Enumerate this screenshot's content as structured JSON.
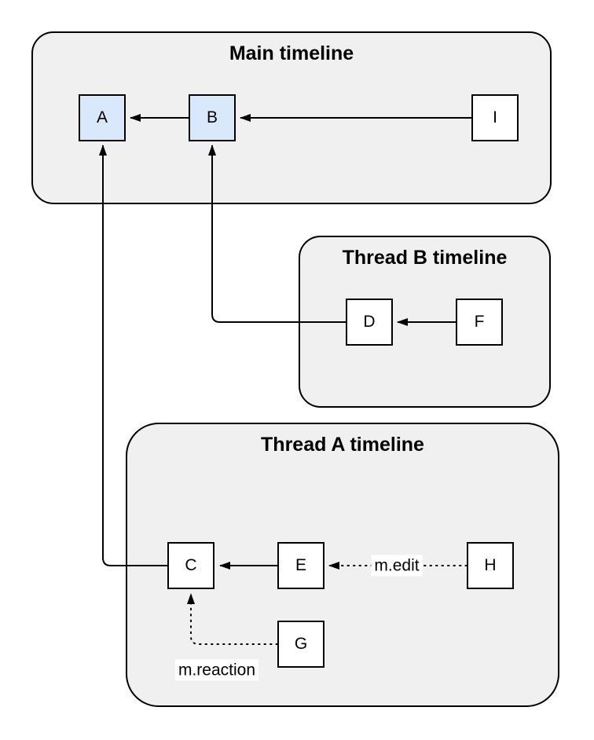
{
  "containers": {
    "main": {
      "title": "Main timeline"
    },
    "thread_b": {
      "title": "Thread B timeline"
    },
    "thread_a": {
      "title": "Thread A timeline"
    }
  },
  "nodes": {
    "a": {
      "label": "A",
      "highlighted": true
    },
    "b": {
      "label": "B",
      "highlighted": true
    },
    "i": {
      "label": "I",
      "highlighted": false
    },
    "d": {
      "label": "D",
      "highlighted": false
    },
    "f": {
      "label": "F",
      "highlighted": false
    },
    "c": {
      "label": "C",
      "highlighted": false
    },
    "e": {
      "label": "E",
      "highlighted": false
    },
    "h": {
      "label": "H",
      "highlighted": false
    },
    "g": {
      "label": "G",
      "highlighted": false
    }
  },
  "edges": [
    {
      "from": "B",
      "to": "A",
      "style": "solid",
      "label": ""
    },
    {
      "from": "I",
      "to": "B",
      "style": "solid",
      "label": ""
    },
    {
      "from": "F",
      "to": "D",
      "style": "solid",
      "label": ""
    },
    {
      "from": "D",
      "to": "B",
      "style": "solid",
      "label": ""
    },
    {
      "from": "E",
      "to": "C",
      "style": "solid",
      "label": ""
    },
    {
      "from": "C",
      "to": "A",
      "style": "solid",
      "label": ""
    },
    {
      "from": "H",
      "to": "E",
      "style": "dotted",
      "label": "m.edit"
    },
    {
      "from": "G",
      "to": "C",
      "style": "dotted",
      "label": "m.reaction"
    }
  ],
  "colors": {
    "container_fill": "#f0f0f0",
    "container_border": "#000000",
    "node_fill": "#ffffff",
    "node_highlight_fill": "#dae8fc",
    "node_border": "#000000",
    "edge_color": "#000000",
    "label_bg": "#ffffff",
    "background": "#ffffff"
  }
}
